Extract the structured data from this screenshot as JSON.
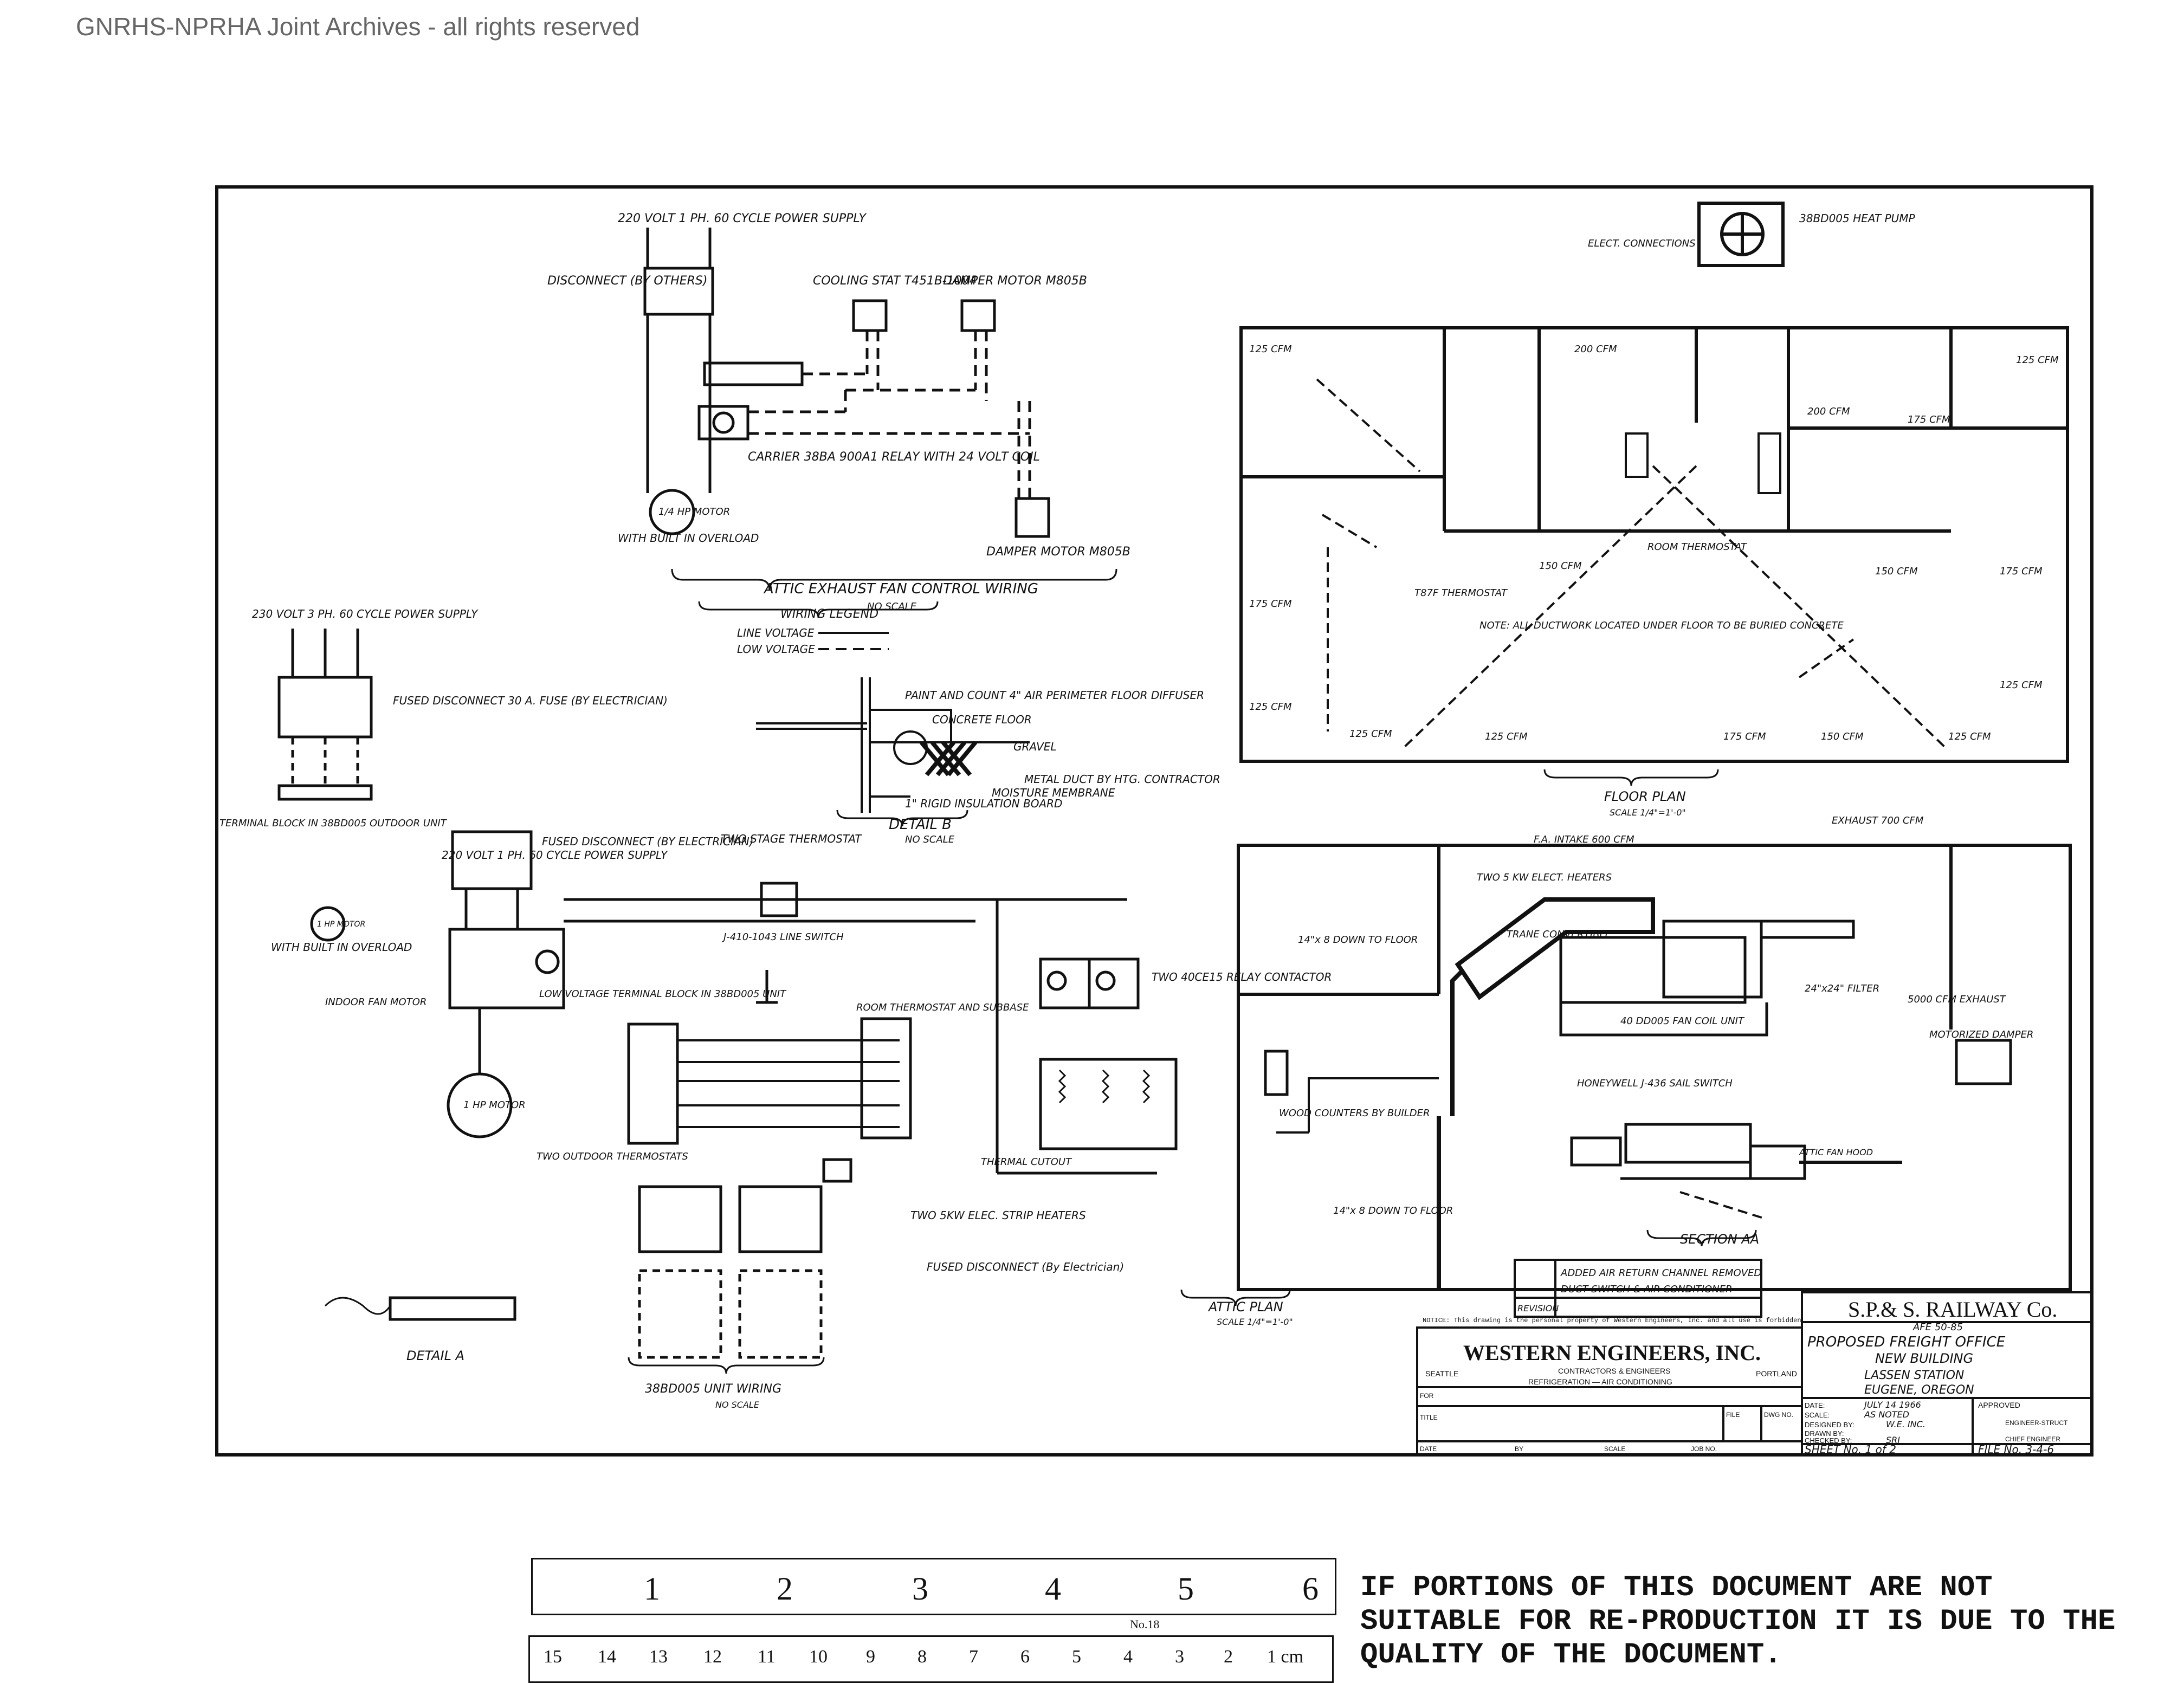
{
  "archive_watermark": "GNRHS-NPRHA Joint Archives - all rights reserved",
  "drawings": {
    "exhaust_wiring": {
      "power": "220 VOLT 1 PH. 60 CYCLE POWER SUPPLY",
      "disconnect": "DISCONNECT (BY OTHERS)",
      "cooling_stat": "COOLING STAT T451B-1004",
      "damper_motor_top": "DAMPER MOTOR M805B",
      "relay": "CARRIER 38BA 900A1 RELAY WITH 24 VOLT COIL",
      "motor_note": "WITH BUILT IN OVERLOAD",
      "motor": "1/4 HP MOTOR",
      "damper_motor_bottom": "DAMPER MOTOR M805B",
      "title": "ATTIC EXHAUST FAN CONTROL WIRING",
      "scale": "NO SCALE"
    },
    "wiring_legend": {
      "title": "WIRING LEGEND",
      "line": "LINE VOLTAGE",
      "low": "LOW VOLTAGE"
    },
    "detail_b": {
      "title": "DETAIL B",
      "scale": "NO SCALE",
      "notes": [
        "PAINT AND COUNT 4\" AIR PERIMETER FLOOR DIFFUSER",
        "CONCRETE FLOOR",
        "GRAVEL",
        "METAL DUCT BY HTG. CONTRACTOR",
        "MOISTURE MEMBRANE",
        "1\" RIGID INSULATION BOARD"
      ]
    },
    "power_schematic": {
      "supply_top": "230 VOLT 3 PH. 60 CYCLE POWER SUPPLY",
      "fused_top": "FUSED DISCONNECT 30 A. FUSE (BY ELECTRICIAN)",
      "terminal": "TERMINAL BLOCK IN 38BD005 OUTDOOR UNIT",
      "supply_mid": "220 VOLT 1 PH. 60 CYCLE POWER SUPPLY",
      "fused_mid": "FUSED DISCONNECT (BY ELECTRICIAN)",
      "thermostat": "TWO STAGE THERMOSTAT",
      "motor_note": "WITH BUILT IN OVERLOAD",
      "motor_hp": "1 HP MOTOR",
      "relay": "LOW VOLTAGE TERMINAL BLOCK IN 38BD005 UNIT",
      "indoor_fan": "INDOOR FAN MOTOR",
      "line_switch": "J-410-1043 LINE SWITCH",
      "room_thermostat": "ROOM THERMOSTAT AND SUBBASE",
      "contactor": "TWO 40CE15 RELAY CONTACTOR",
      "outdoor_thermostats": "TWO OUTDOOR THERMOSTATS",
      "electric_heaters": "TWO 5KW ELEC. STRIP HEATERS",
      "fused_disc": "FUSED DISCONNECT (By Electrician)",
      "thermal_cutout": "THERMAL CUTOUT",
      "detail_a": "DETAIL A",
      "schematic_title": "38BD005 UNIT WIRING",
      "scale": "NO SCALE"
    },
    "floor_plan": {
      "title": "FLOOR PLAN",
      "scale": "SCALE 1/4\"=1'-0\"",
      "heat_pump": "38BD005 HEAT PUMP",
      "elect": "ELECT. CONNECTIONS",
      "note": "NOTE: ALL DUCTWORK LOCATED UNDER FLOOR TO BE BURIED CONCRETE",
      "thermostat": "T87F THERMOSTAT",
      "room_thermostat": "ROOM THERMOSTAT",
      "cfm_labels": [
        "125 CFM",
        "200 CFM",
        "175 CFM",
        "125 CFM",
        "150 CFM",
        "175 CFM",
        "125 CFM",
        "200 CFM",
        "125 CFM",
        "175 CFM",
        "150 CFM",
        "125 CFM",
        "125 CFM",
        "175 CFM",
        "125 CFM",
        "150 CFM"
      ]
    },
    "attic_plan": {
      "title": "ATTIC PLAN",
      "scale": "SCALE 1/4\"=1'-0\"",
      "section": "SECTION AA",
      "fa_intake": "F.A. INTAKE 600 CFM",
      "exhaust": "EXHAUST 700 CFM",
      "heaters": "TWO 5 KW ELECT. HEATERS",
      "trane": "TRANE CONVERTIBLE",
      "unit": "40 DD005 FAN COIL UNIT",
      "honeywell": "HONEYWELL J-436 SAIL SWITCH",
      "wood_grilles": "WOOD COUNTERS BY BUILDER",
      "down_floor": "14\"x 8 DOWN TO FLOOR",
      "down_floor2": "14\"x 8 DOWN TO FLOOR",
      "filter": "24\"x24\" FILTER",
      "outdoor_cfm": "5000 CFM EXHAUST",
      "motorized": "MOTORIZED DAMPER",
      "attic_fan_note": "ATTIC FAN HOOD"
    }
  },
  "revision_box": {
    "header": "REVISION",
    "rows": [
      "ADDED AIR RETURN CHANNEL REMOVED",
      "DUCT SWITCH & AIR CONDITIONER"
    ]
  },
  "note_legend": "NOTICE: This drawing is the personal property of Western Engineers, Inc. and all use is forbidden",
  "title_block": {
    "company": "WESTERN ENGINEERS, INC.",
    "sub1": "CONTRACTORS & ENGINEERS",
    "sub2": "REFRIGERATION — AIR CONDITIONING",
    "city_left": "SEATTLE",
    "city_right": "PORTLAND",
    "for_label": "FOR",
    "title_label": "TITLE",
    "file_label": "FILE",
    "dwg_label": "DWG NO.",
    "date_label": "DATE",
    "by_label": "BY",
    "scale_label": "SCALE",
    "job_label": "JOB NO."
  },
  "railway_block": {
    "company": "S.P.& S. RAILWAY Co.",
    "afe": "AFE 50-85",
    "project": "PROPOSED FREIGHT OFFICE",
    "line2": "NEW BUILDING",
    "line3": "LASSEN STATION",
    "line4": "EUGENE, OREGON",
    "date_label": "DATE:",
    "date": "JULY 14 1966",
    "scale_label": "SCALE:",
    "scale": "AS NOTED",
    "designed_label": "DESIGNED BY:",
    "designed": "W.E. INC.",
    "drawn_label": "DRAWN BY:",
    "checked_label": "CHECKED BY:",
    "checked": "SRJ",
    "approved": "APPROVED",
    "eng1": "ENGINEER-STRUCT",
    "eng2": "CHIEF ENGINEER",
    "sheet": "SHEET No. 1 of 2",
    "file": "FILE No. 3-4-6"
  },
  "ruler": {
    "inch_marks": [
      "1",
      "2",
      "3",
      "4",
      "5",
      "6"
    ],
    "cm_marks": [
      "1 cm",
      "2",
      "3",
      "4",
      "5",
      "6",
      "7",
      "8",
      "9",
      "10",
      "11",
      "12",
      "13",
      "14",
      "15"
    ],
    "brand": "No.18"
  },
  "notice": "IF PORTIONS OF THIS DOCUMENT ARE NOT SUITABLE FOR RE-PRODUCTION IT IS DUE TO THE QUALITY OF THE DOCUMENT."
}
